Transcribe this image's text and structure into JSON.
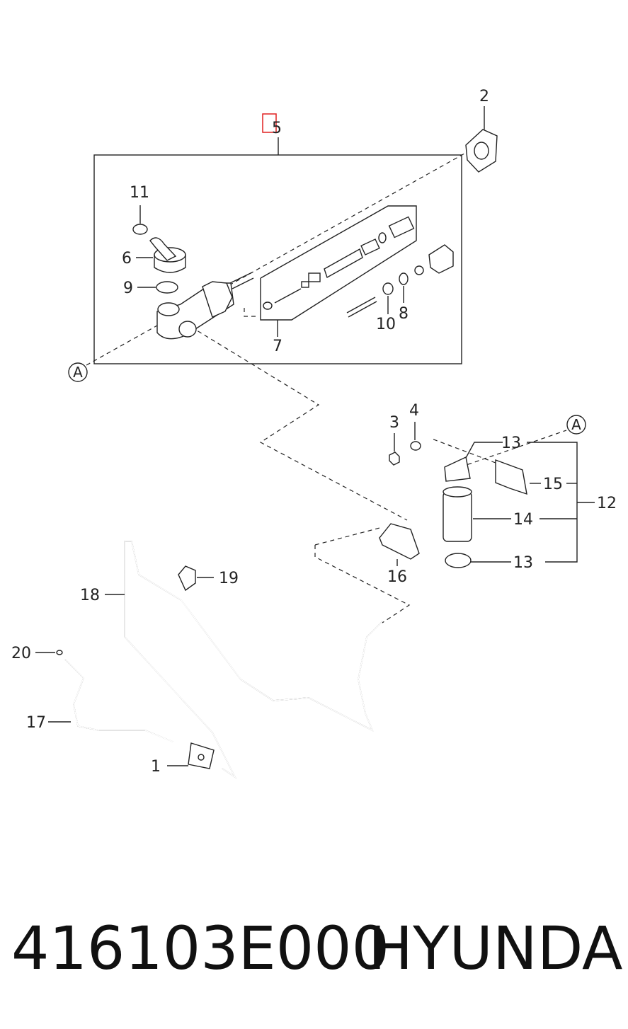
{
  "diagram": {
    "callouts": {
      "c1": "1",
      "c2": "2",
      "c3": "3",
      "c4": "4",
      "c5": "5",
      "c6": "6",
      "c7": "7",
      "c8": "8",
      "c9": "9",
      "c10": "10",
      "c11": "11",
      "c12": "12",
      "c13a": "13",
      "c13b": "13",
      "c14": "14",
      "c15": "15",
      "c16": "16",
      "c17": "17",
      "c18": "18",
      "c19": "19",
      "c20": "20"
    },
    "refs": {
      "a1": "A",
      "a2": "A"
    },
    "highlight_color": "#e02020"
  },
  "footer": {
    "part_number": "416103E000",
    "brand": "HYUNDAI"
  }
}
